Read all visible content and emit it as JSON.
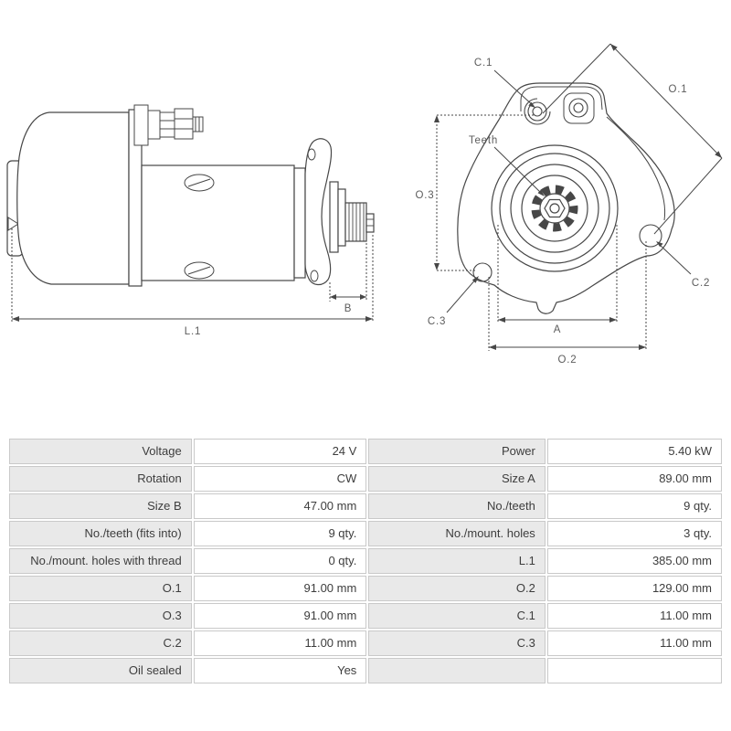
{
  "diagrams": {
    "side_view": {
      "dim_b": "B",
      "dim_l1": "L.1"
    },
    "front_view": {
      "dim_c1": "C.1",
      "dim_o1": "O.1",
      "dim_teeth": "Teeth",
      "dim_o3": "O.3",
      "dim_c2": "C.2",
      "dim_c3": "C.3",
      "dim_a": "A",
      "dim_o2": "O.2"
    }
  },
  "table": {
    "rows": [
      {
        "left": {
          "label": "Voltage",
          "value": "24 V"
        },
        "right": {
          "label": "Power",
          "value": "5.40 kW"
        }
      },
      {
        "left": {
          "label": "Rotation",
          "value": "CW"
        },
        "right": {
          "label": "Size A",
          "value": "89.00 mm"
        }
      },
      {
        "left": {
          "label": "Size B",
          "value": "47.00 mm"
        },
        "right": {
          "label": "No./teeth",
          "value": "9 qty."
        }
      },
      {
        "left": {
          "label": "No./teeth (fits into)",
          "value": "9 qty."
        },
        "right": {
          "label": "No./mount. holes",
          "value": "3 qty."
        }
      },
      {
        "left": {
          "label": "No./mount. holes with thread",
          "value": "0 qty."
        },
        "right": {
          "label": "L.1",
          "value": "385.00 mm"
        }
      },
      {
        "left": {
          "label": "O.1",
          "value": "91.00 mm"
        },
        "right": {
          "label": "O.2",
          "value": "129.00 mm"
        }
      },
      {
        "left": {
          "label": "O.3",
          "value": "91.00 mm"
        },
        "right": {
          "label": "C.1",
          "value": "11.00 mm"
        }
      },
      {
        "left": {
          "label": "C.2",
          "value": "11.00 mm"
        },
        "right": {
          "label": "C.3",
          "value": "11.00 mm"
        }
      },
      {
        "left": {
          "label": "Oil sealed",
          "value": "Yes"
        },
        "right": {
          "label": "",
          "value": ""
        }
      }
    ]
  },
  "colors": {
    "background": "#ffffff",
    "drawing_line": "#474747",
    "dim_label_text": "#5c5c5c",
    "table_text": "#3d3d3d",
    "table_label_bg": "#e9e9e9",
    "table_value_bg": "#ffffff",
    "table_border": "#c9c9c9"
  }
}
